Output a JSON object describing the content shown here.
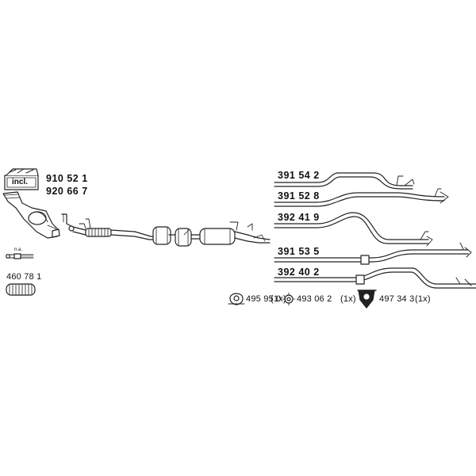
{
  "kit": {
    "incl_label": "incl.",
    "part_a": "910 52 1",
    "part_b": "920 66 7"
  },
  "sensor": {
    "note": "n.a."
  },
  "clamp": {
    "part": "460 78 1"
  },
  "variants": [
    "391 54 2",
    "391 52 8",
    "392 41 9",
    "391 53 5",
    "392 40 2"
  ],
  "mounts": [
    {
      "part": "495 95 0",
      "qty": "(1x)",
      "icon": "rubber-ring-icon"
    },
    {
      "part": "493 06 2",
      "qty": "(1x)",
      "icon": "gasket-icon"
    },
    {
      "part": "497 34 3",
      "qty": "(1x)",
      "icon": "rubber-mount-icon"
    }
  ]
}
